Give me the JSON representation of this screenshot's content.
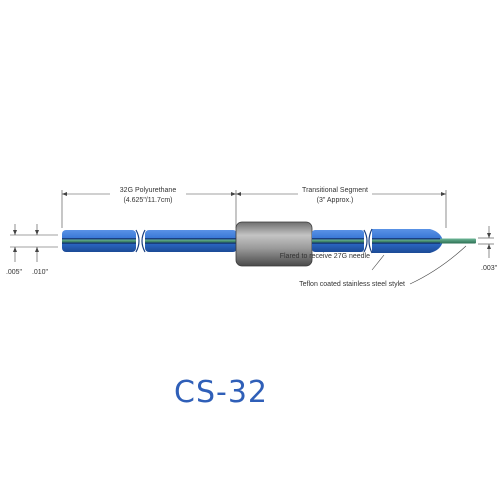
{
  "product_code": "CS-32",
  "labels": {
    "polyurethane_line1": "32G Polyurethane",
    "polyurethane_line2": "(4.625\"/11.7cm)",
    "transitional_line1": "Transitional Segment",
    "transitional_line2": "(3\" Approx.)",
    "dim_005": ".005\"",
    "dim_010": ".010\"",
    "dim_003": ".003\"",
    "flared_note": "Flared to receive 27G needle",
    "stylet_note": "Teflon coated stainless steel stylet"
  },
  "colors": {
    "tube_blue": "#2f6fd0",
    "tube_blue_dark": "#1c4a96",
    "stylet_green": "#3a8a6a",
    "hub_gray": "#8a8a8a",
    "product_text": "#2f5fb8"
  }
}
